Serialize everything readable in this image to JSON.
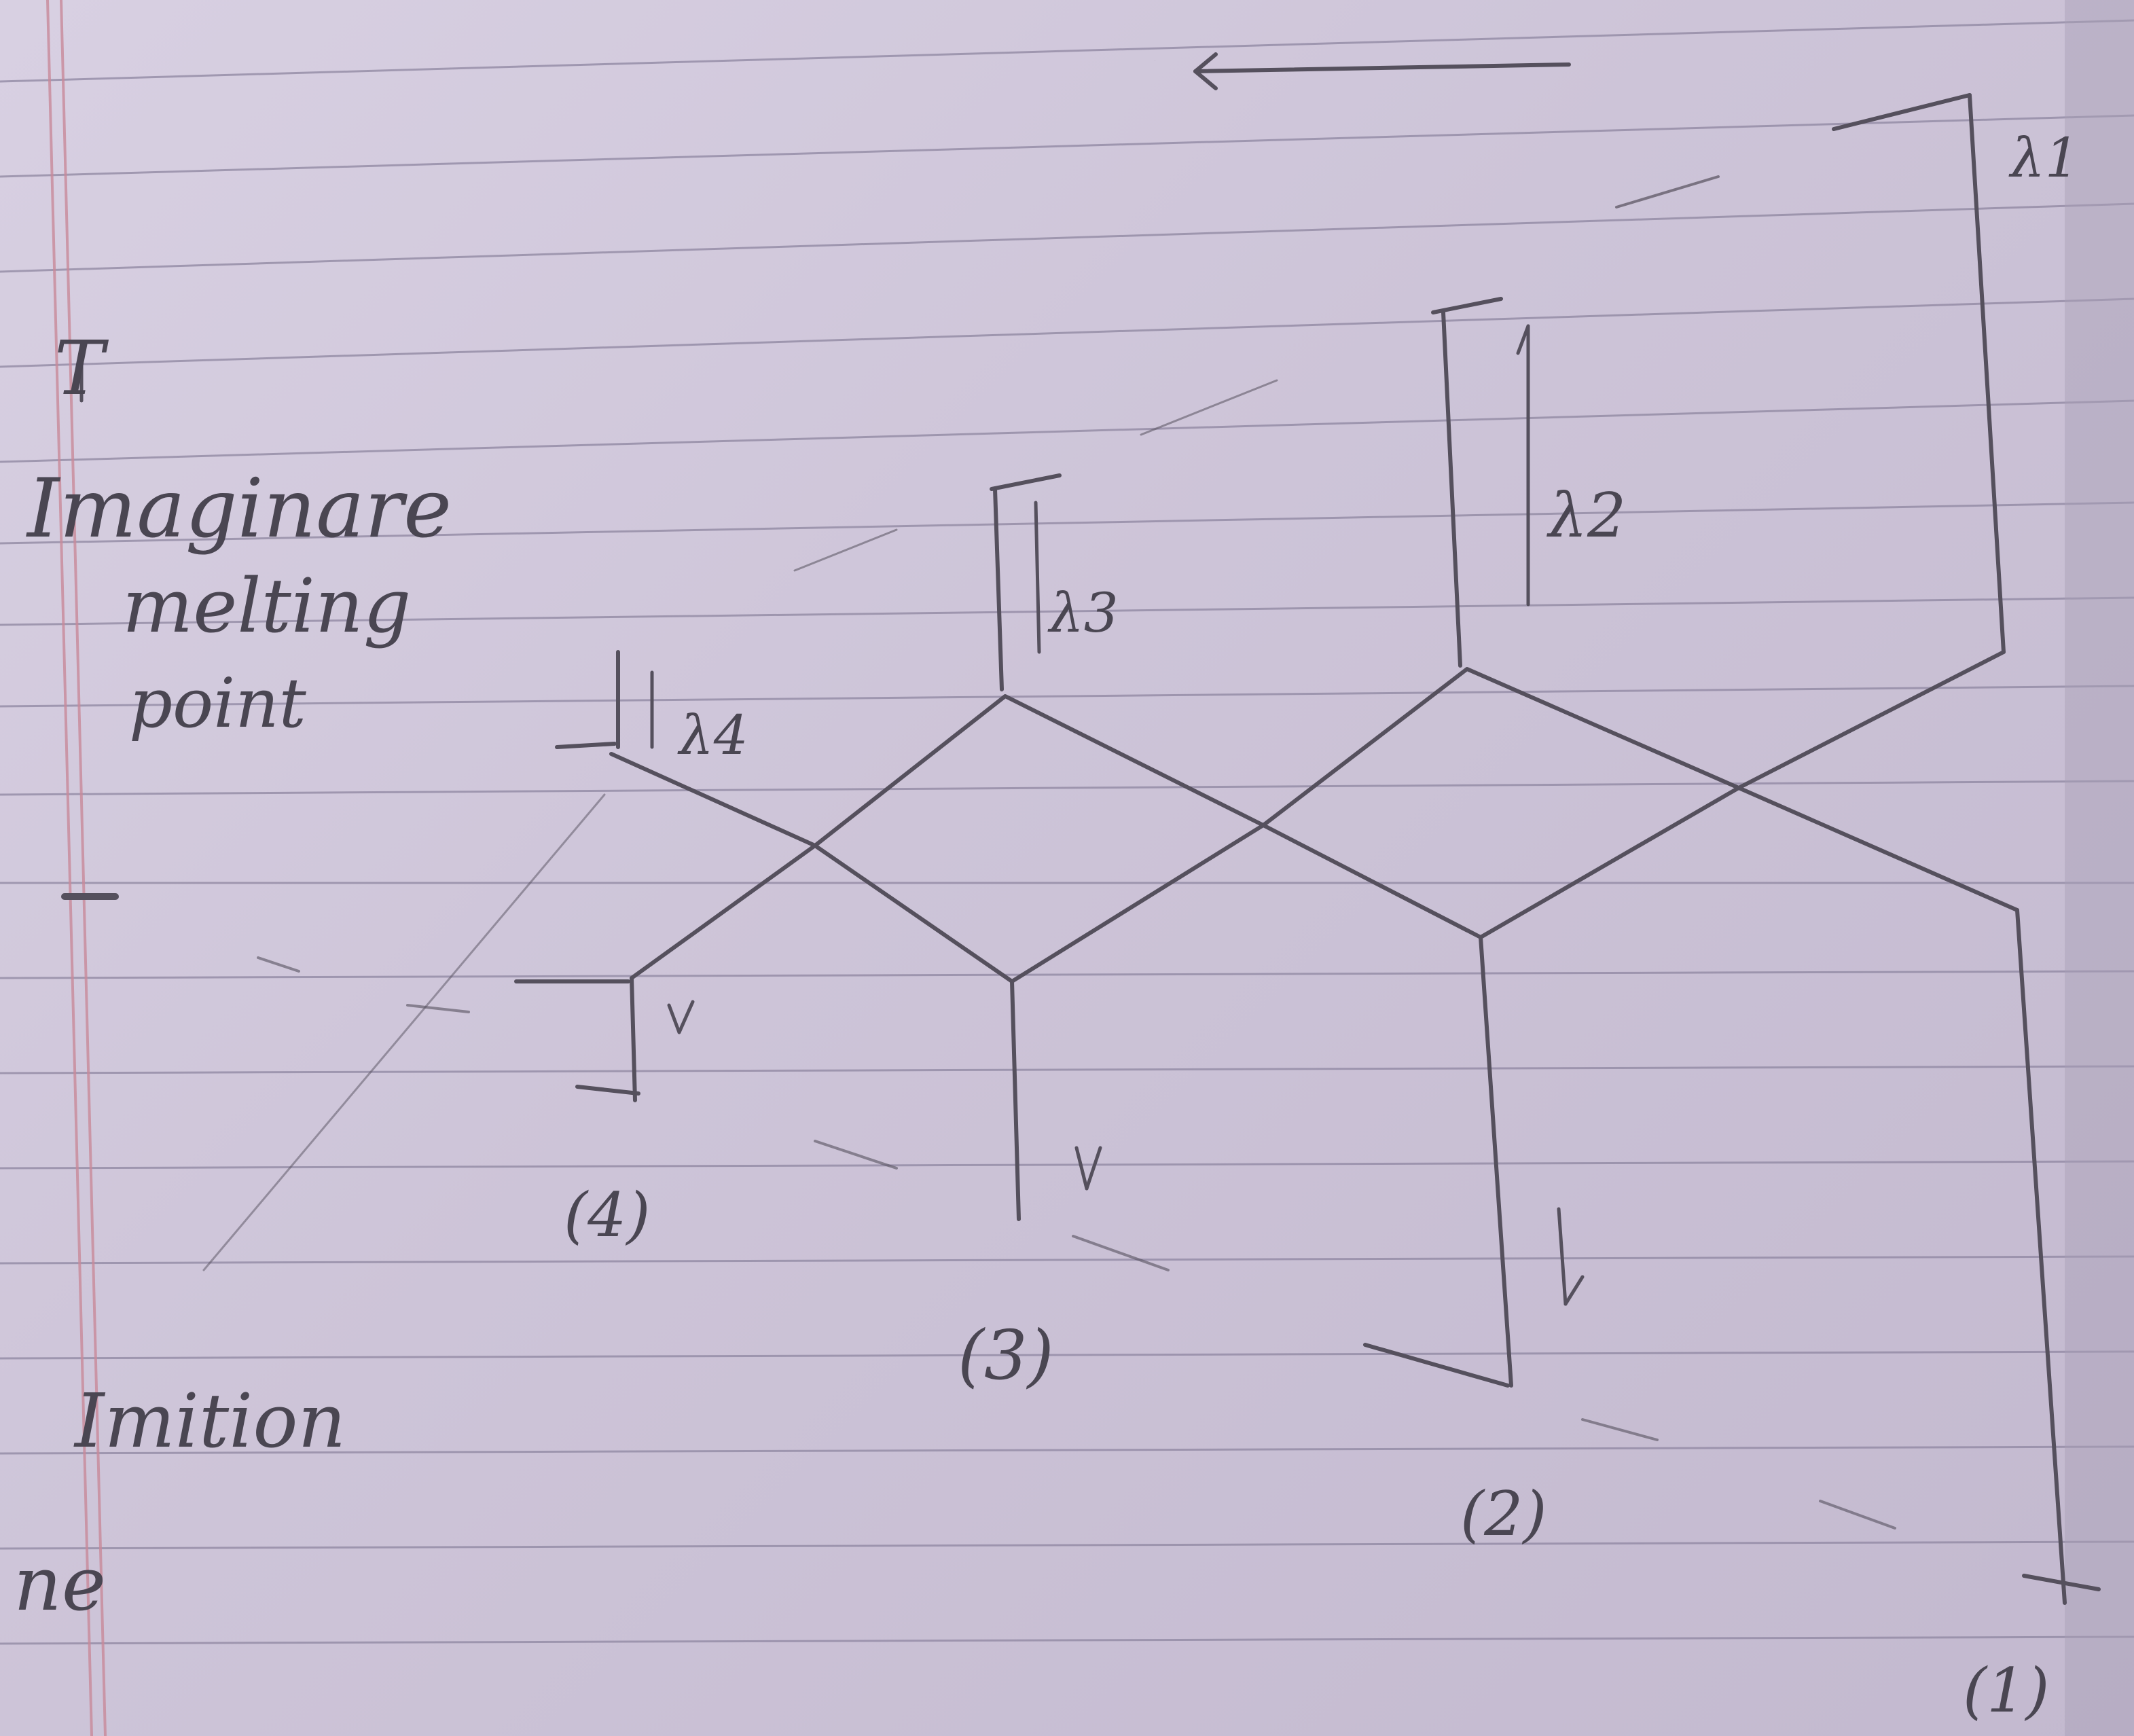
{
  "sheet": {
    "paper": "lined notebook page",
    "paper_color": "#d3cadd",
    "rule_color": "#8e86a0",
    "margin_color": "#c98a9a",
    "ink_color": "#4a4652"
  },
  "annotations": {
    "note_t": "T",
    "note_line1": "Imaginare",
    "note_line2": "melting",
    "note_line3": "point",
    "note_bottom1": "Imition",
    "note_bottom2": "ne"
  },
  "diagram": {
    "up_labels": [
      "λ4",
      "λ3",
      "λ2",
      "λ1"
    ],
    "down_labels": [
      "(4)",
      "(3)",
      "(2)",
      "(1)"
    ],
    "top_arrow": "←"
  }
}
